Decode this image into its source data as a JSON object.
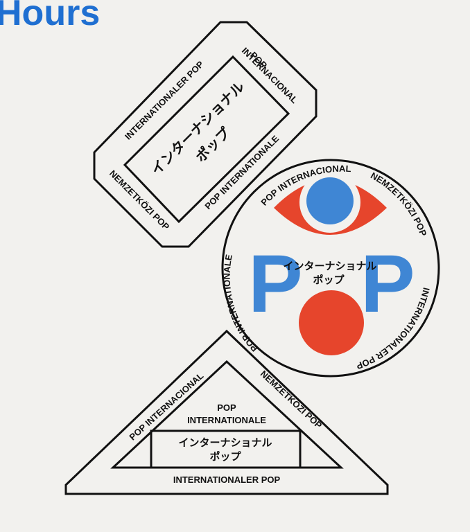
{
  "header": {
    "title": "Hours"
  },
  "colors": {
    "blue": "#3f86d4",
    "red": "#e6452c",
    "ink": "#111111",
    "paper": "#f2f1ee"
  },
  "stamp_octagon": {
    "top_left": "INTERNATIONALER POP",
    "top_right_1": "POP",
    "top_right_2": "INTERNACIONAL",
    "left": "NEMZETKÖZI POP",
    "bottom": "POP INTERNATIONALE",
    "japanese_1": "インターナショナル",
    "japanese_2": "ポップ"
  },
  "stamp_circle": {
    "arc_top_left": "POP INTERNACIONAL",
    "arc_top_right": "NEMZETKÖZI POP",
    "arc_right": "INTERNATIONALER POP",
    "arc_left": "POP INTERNATIONALE",
    "letter_left": "P",
    "letter_right": "P",
    "japanese_1": "インターナショナル",
    "japanese_2": "ポップ",
    "eye_icon": "eye-icon",
    "dot_icon": "red-dot-icon"
  },
  "stamp_triangle": {
    "left_side": "POP INTERNACIONAL",
    "right_side": "NEMZETKÖZI POP",
    "center_1": "POP",
    "center_2": "INTERNATIONALE",
    "box_1": "インターナショナル",
    "box_2": "ポップ",
    "bottom": "INTERNATIONALER POP"
  }
}
